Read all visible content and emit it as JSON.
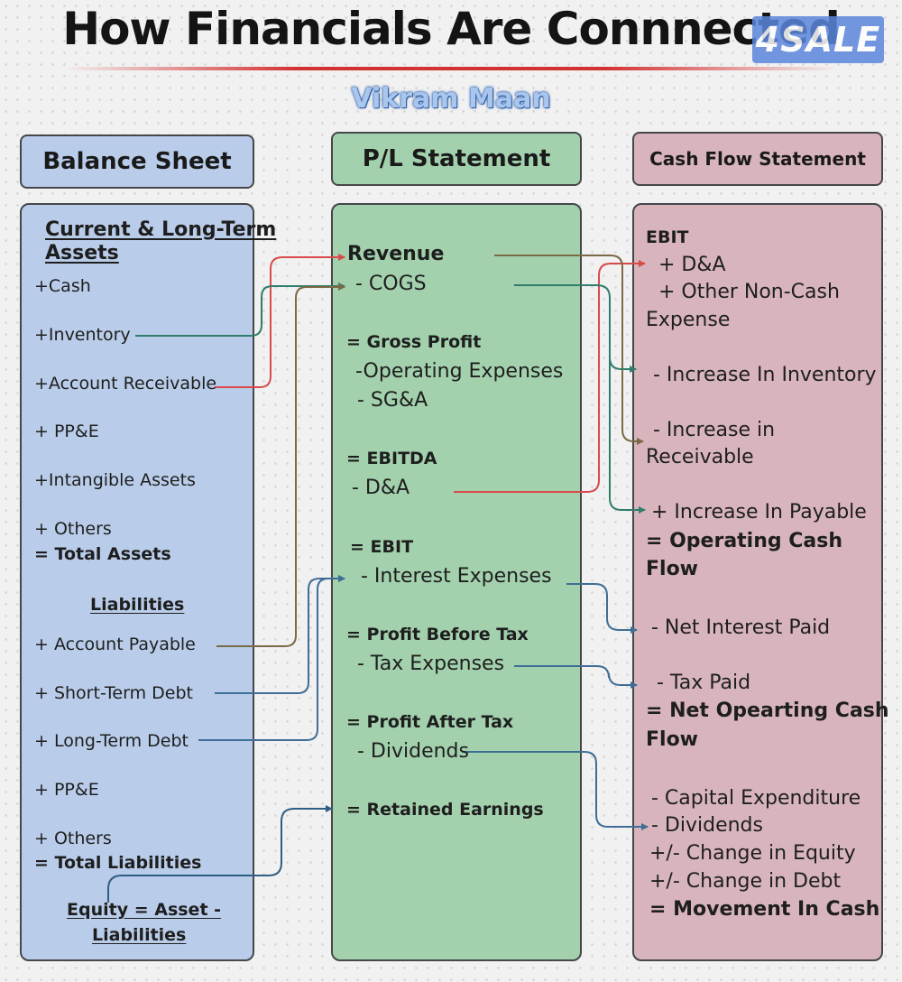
{
  "title": "How Financials Are Connnected",
  "author": "Vikram Maan",
  "watermark": "4SALE",
  "balance_sheet": {
    "header": "Balance Sheet",
    "assets_heading_1": "Current & Long-Term",
    "assets_heading_2": "Assets",
    "cash": "+Cash",
    "inventory": "+Inventory",
    "account_receivable": "+Account Receivable",
    "ppe_assets": "+ PP&E",
    "intangible_assets": "+Intangible Assets",
    "others_assets": "+ Others",
    "total_assets": "= Total Assets",
    "liabilities_heading": "Liabilities",
    "account_payable": "+ Account Payable",
    "short_term_debt": "+ Short-Term Debt",
    "long_term_debt": "+ Long-Term Debt",
    "ppe_liabilities": "+ PP&E",
    "others_liabilities": "+ Others",
    "total_liabilities": "= Total Liabilities",
    "equity_1": "Equity = Asset -",
    "equity_2": "Liabilities"
  },
  "pl_statement": {
    "header": "P/L Statement",
    "revenue": "Revenue",
    "cogs": "- COGS",
    "gross_profit": "= Gross Profit",
    "operating_expenses": "-Operating Expenses",
    "sga": "- SG&A",
    "ebitda": "= EBITDA",
    "da": "- D&A",
    "ebit": "= EBIT",
    "interest_expenses": "- Interest Expenses",
    "profit_before_tax": "= Profit Before Tax",
    "tax_expenses": "- Tax Expenses",
    "profit_after_tax": "= Profit After Tax",
    "dividends": "- Dividends",
    "retained_earnings": "= Retained Earnings"
  },
  "cash_flow_statement": {
    "header": "Cash Flow Statement",
    "ebit": "EBIT",
    "da": "+ D&A",
    "other_non_cash_1": "+ Other Non-Cash",
    "other_non_cash_2": "Expense",
    "increase_inventory": "- Increase In Inventory",
    "increase_receivable_1": "- Increase in",
    "increase_receivable_2": "Receivable",
    "increase_payable": "+ Increase In Payable",
    "operating_cash_flow_1": "= Operating Cash",
    "operating_cash_flow_2": "Flow",
    "net_interest_paid": "- Net Interest Paid",
    "tax_paid": "- Tax Paid",
    "net_operating_cash_flow_1": "= Net Opearting Cash",
    "net_operating_cash_flow_2": "Flow",
    "capital_expenditure": "- Capital Expenditure",
    "dividends": "- Dividends",
    "change_in_equity": "+/- Change in Equity",
    "change_in_debt": "+/- Change in Debt",
    "movement_in_cash": "= Movement In Cash"
  },
  "connector_colors": {
    "revenue_receivable": "#d94a4a",
    "inventory_cogs": "#2f7d6b",
    "payable": "#7a6a45",
    "debt_interest": "#3e6e96",
    "equity_retained": "#2f5e84"
  }
}
